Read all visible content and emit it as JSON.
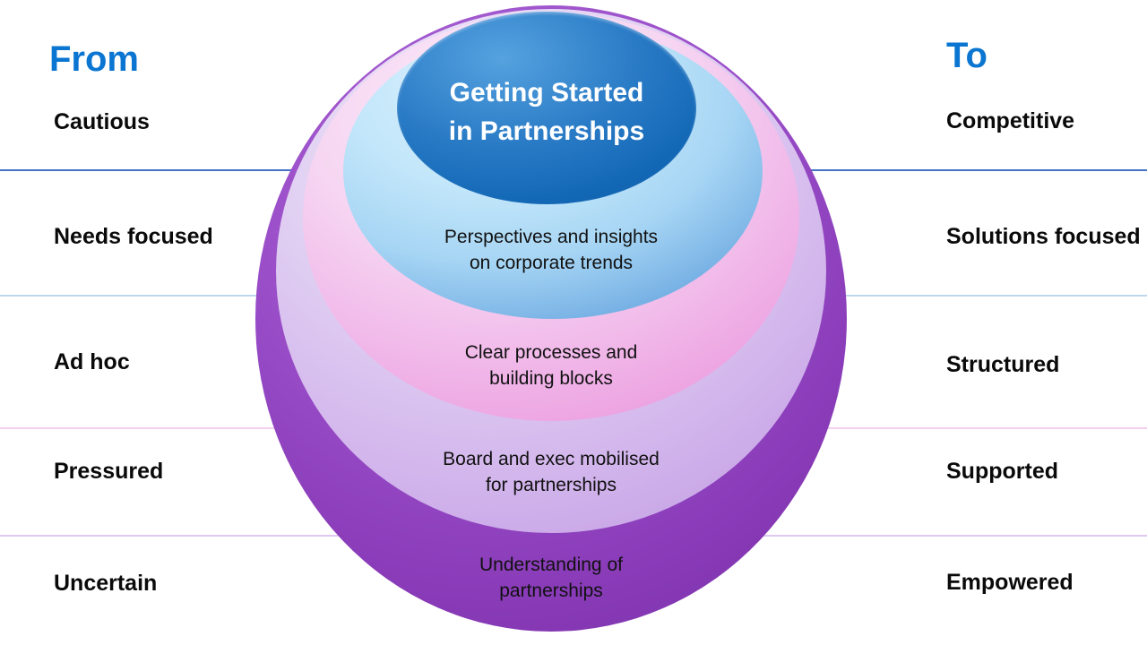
{
  "heading_from": "From",
  "heading_to": "To",
  "from_items": [
    "Cautious",
    "Needs focused",
    "Ad hoc",
    "Pressured",
    "Uncertain"
  ],
  "to_items": [
    "Competitive",
    "Solutions focused",
    "Structured",
    "Supported",
    "Empowered"
  ],
  "sphere": {
    "core_title": "Getting Started\nin Partnerships",
    "rings": [
      {
        "label": "Perspectives and insights\non corporate trends"
      },
      {
        "label": "Clear processes and\nbuilding blocks"
      },
      {
        "label": "Board and exec mobilised\nfor partnerships"
      },
      {
        "label": "Understanding of\npartnerships"
      }
    ]
  },
  "colors": {
    "heading_blue": "#0B76D2",
    "core_blue": "#1568B4",
    "ring_light_blue": "#BCE2F9",
    "ring_pink": "#F3CDEF",
    "ring_lavender": "#D9C4EE",
    "ring_purple": "#8E42BC",
    "divider_blue": "#4472C4",
    "divider_light_blue": "#BDD7EE",
    "divider_pink": "#F2CEEF",
    "divider_lavender": "#DFC8F0"
  }
}
